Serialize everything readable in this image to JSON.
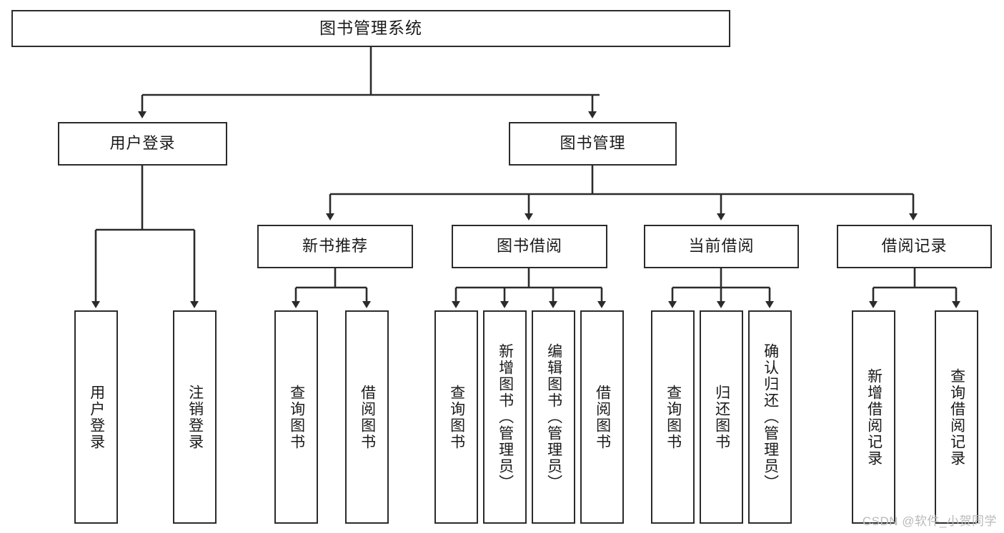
{
  "diagram": {
    "title": "图书管理系统",
    "watermark": "CSDN @软件_小贺同学",
    "stroke_color": "#2b2b2b",
    "background_color": "#ffffff",
    "nodes": {
      "root": "图书管理系统",
      "user_login": "用户登录",
      "book_manage": "图书管理",
      "new_book_rec": "新书推荐",
      "book_borrow": "图书借阅",
      "current_borrow": "当前借阅",
      "borrow_record": "借阅记录",
      "leaf_user_login": "用户登录",
      "leaf_logout": "注销登录",
      "leaf_query_book_1": "查询图书",
      "leaf_borrow_book_1": "借阅图书",
      "leaf_query_book_2": "查询图书",
      "leaf_add_book": "新增图书（管理员）",
      "leaf_edit_book": "编辑图书（管理员）",
      "leaf_borrow_book_2": "借阅图书",
      "leaf_query_book_3": "查询图书",
      "leaf_return_book": "归还图书",
      "leaf_confirm_return": "确认归还（管理员）",
      "leaf_add_record": "新增借阅记录",
      "leaf_query_record": "查询借阅记录"
    }
  }
}
